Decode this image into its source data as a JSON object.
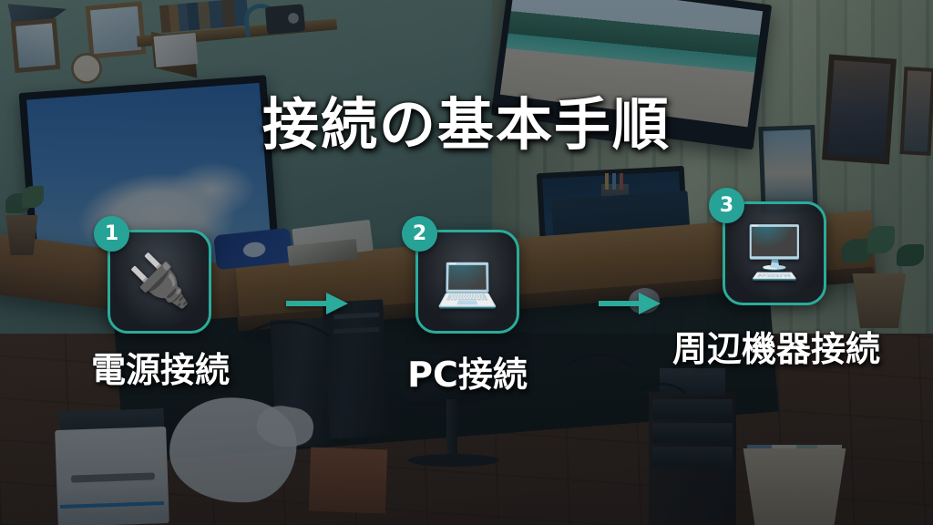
{
  "slide": {
    "title": "接続の基本手順",
    "background_description": "desk-workspace-photo",
    "theme": {
      "accent": "#26a396",
      "accent_border": "#2bab9b",
      "text": "#ffffff",
      "card_background": "#1a1e24"
    }
  },
  "steps": [
    {
      "number": "1",
      "icon": "power-plug-icon",
      "glyph": "🔌",
      "label": "電源接続"
    },
    {
      "number": "2",
      "icon": "laptop-icon",
      "glyph": "💻",
      "label": "PC接続"
    },
    {
      "number": "3",
      "icon": "desktop-computer-icon",
      "glyph": "🖥️",
      "label": "周辺機器接続"
    }
  ],
  "connectors": [
    {
      "name": "arrow-step1-to-step2",
      "glyph": "→"
    },
    {
      "name": "arrow-step2-to-step3",
      "glyph": "→"
    }
  ]
}
